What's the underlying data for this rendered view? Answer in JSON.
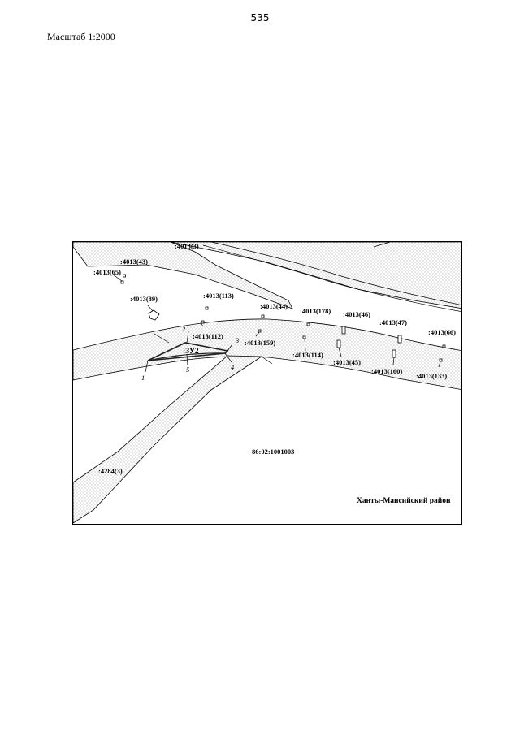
{
  "header": {
    "page_number": "535",
    "scale": "Масштаб 1:2000"
  },
  "map": {
    "parcels": {
      "p3": ":4013(3)",
      "p43": ":4013(43)",
      "p65": ":4013(65)",
      "p89": ":4013(89)",
      "p113": ":4013(113)",
      "p44": ":4013(44)",
      "p178": ":4013(178)",
      "p46": ":4013(46)",
      "p47": ":4013(47)",
      "p66": ":4013(66)",
      "p112": ":4013(112)",
      "p159": ":4013(159)",
      "p114": ":4013(114)",
      "p45": ":4013(45)",
      "p160": ":4013(160)",
      "p133": ":4013(133)",
      "p4284": ":4284(3)"
    },
    "plot_label": ":ЗУ2",
    "points": {
      "pt1": "1",
      "pt2": "2",
      "pt3": "3",
      "pt4": "4",
      "pt5": "5"
    },
    "quarter": "86:02:1001003",
    "district": "Ханты-Мансийский район",
    "colors": {
      "hatch": "#888888",
      "outline": "#000000",
      "plot_outline": "#222222"
    }
  }
}
